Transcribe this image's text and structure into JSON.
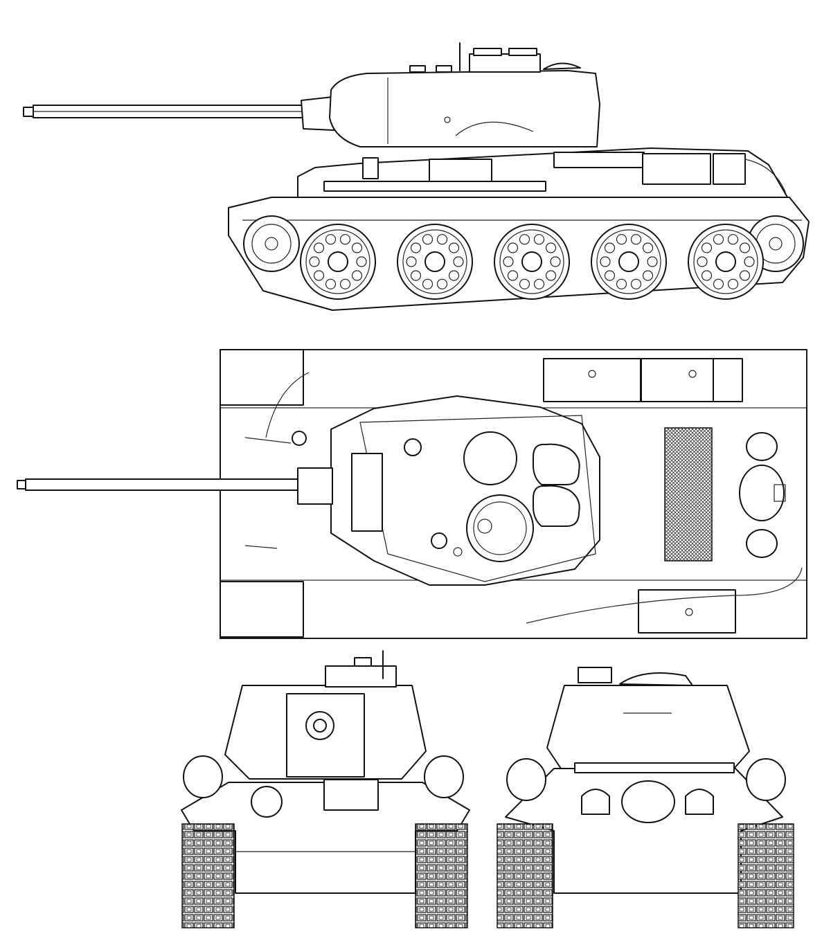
{
  "drawing": {
    "views": [
      {
        "id": "side",
        "name": "side-view"
      },
      {
        "id": "top",
        "name": "top-view"
      },
      {
        "id": "front",
        "name": "front-view"
      },
      {
        "id": "rear",
        "name": "rear-view"
      }
    ],
    "road_wheels_per_side": 5,
    "line_color": "#111111",
    "background_color": "#ffffff"
  }
}
